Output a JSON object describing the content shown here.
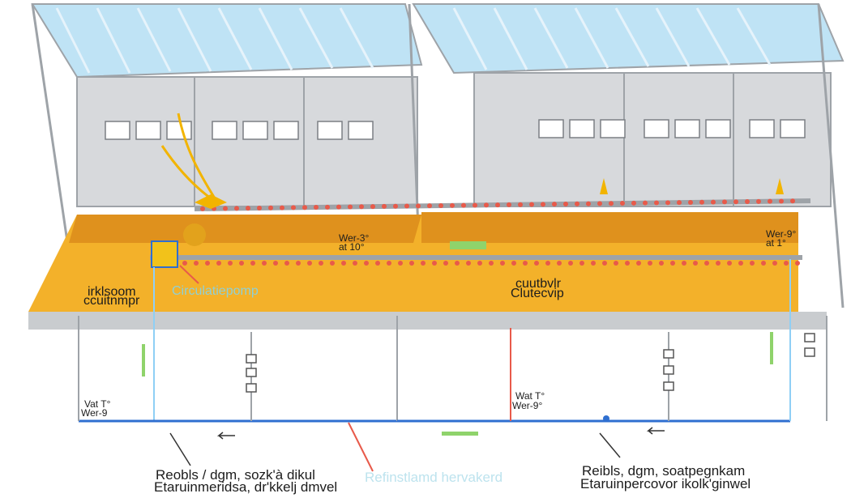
{
  "labels": {
    "left_top_label": "irklsoom",
    "left_pump_label": "ccuitnmpr",
    "circulation_pump_label": "Circulatiepomp",
    "left_temp_top": "Wer-3°",
    "left_temp_bottom": "at 10°",
    "right_temp": "Wer-9°",
    "right_temp_sub": "at 1°",
    "right_pump_label": "cuutbvlr",
    "right_pump_label_2": "Clutecvip",
    "right_loop_temp_top": "Wat T°",
    "right_loop_temp_bottom": "Wer-9°",
    "left_loop_temp_top": "Vat T°",
    "left_loop_temp_bottom": "Wer-9",
    "bottom_left_caption_line1": "Reobls / dgm, sozk'à dikul",
    "bottom_left_caption_line2": "Etaruinmeridsa, dr'kkelj dmvel",
    "bottom_right_caption_line1": "Reibls, dgm, soatpegnkam",
    "bottom_right_caption_line2": "Etaruinpercovor ikolk'ginwel",
    "bottom_center_faint": "Refinstlamd hervakerd"
  },
  "colors": {
    "floor": "#f3b12a",
    "floor_edge": "#d98a1a",
    "pipe_blue": "#2f6fd0",
    "pipe_light_blue": "#8fcff5",
    "hot_line": "#e85a4a",
    "heater": "#f2b400",
    "glass": "#bfe3f5",
    "frame": "#9ea3a8",
    "wall": "#d7d9dc",
    "green_indicator": "#8fd36b"
  },
  "icons": [
    "circulation-pump-icon",
    "heater-icon",
    "valve-icon",
    "flow-arrow-icon"
  ]
}
